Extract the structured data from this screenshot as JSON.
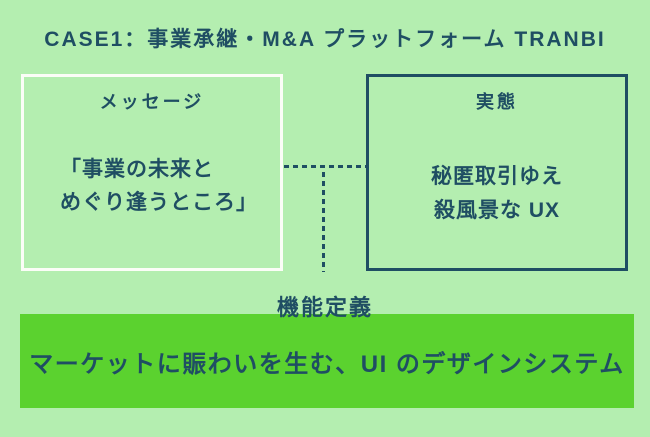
{
  "colors": {
    "background": "#b4eeb0",
    "accent_green": "#5bd22f",
    "ink": "#1f4e63",
    "message_box_border": "#fbfdf7"
  },
  "title": "CASE1：事業承継・M&A プラットフォーム TRANBI",
  "message_box": {
    "label": "メッセージ",
    "quote_line1": "「事業の未来と",
    "quote_line2": "めぐり逢うところ」"
  },
  "reality_box": {
    "label": "実態",
    "line1": "秘匿取引ゆえ",
    "line2": "殺風景な UX"
  },
  "function_definition": {
    "label": "機能定義",
    "banner_text": "マーケットに賑わいを生む、UI のデザインシステム"
  }
}
